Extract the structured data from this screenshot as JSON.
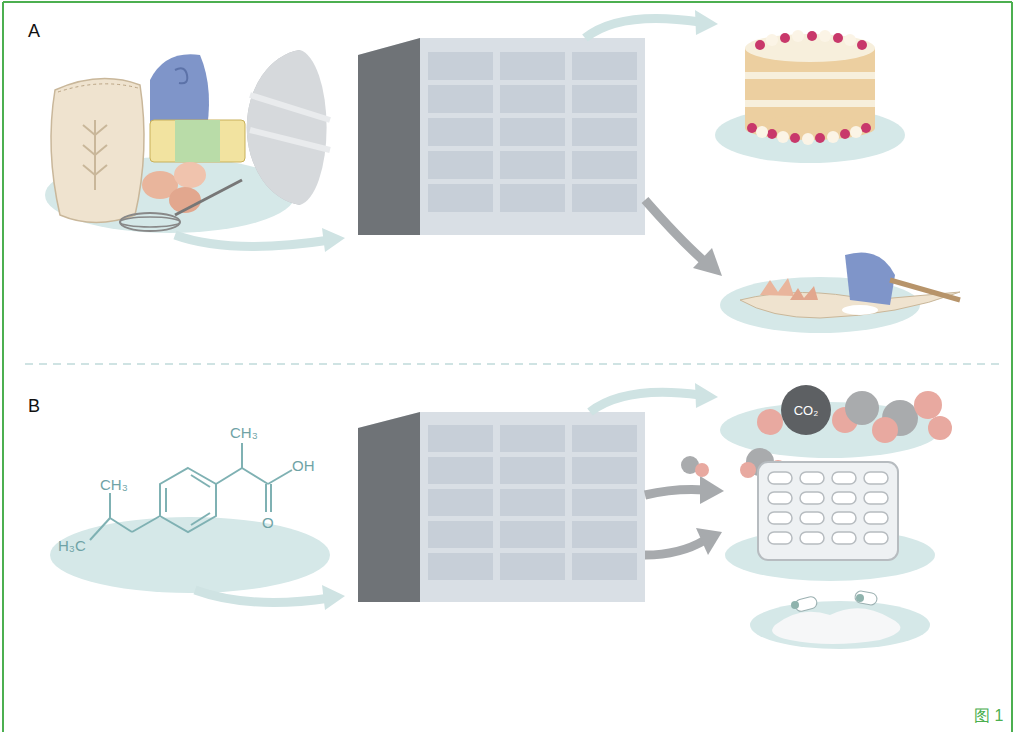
{
  "diagram": {
    "nodes": [
      {
        "text": [
          "CO₂"
        ]
      }
    ],
    "labels": [
      "A",
      "B",
      "CH₃",
      "CH₃",
      "H₃C",
      "OH",
      "O",
      "图 1"
    ]
  }
}
